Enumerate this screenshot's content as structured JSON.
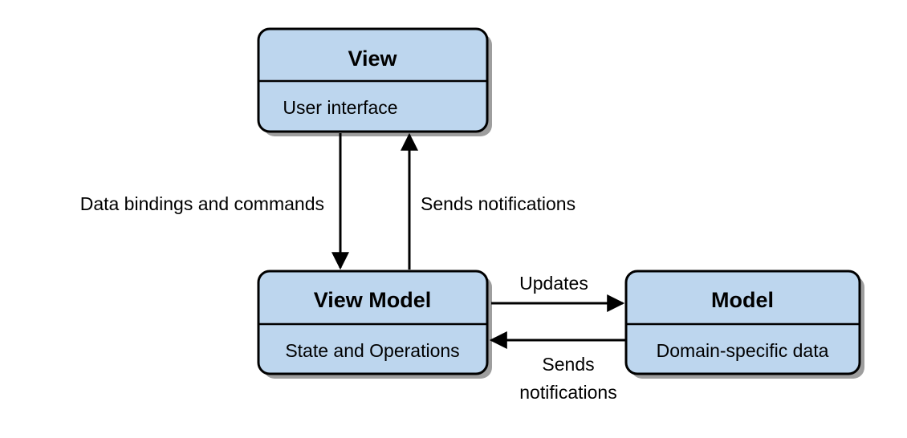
{
  "nodes": {
    "view": {
      "title": "View",
      "subtitle": "User interface"
    },
    "view_model": {
      "title": "View Model",
      "subtitle": "State and Operations"
    },
    "model": {
      "title": "Model",
      "subtitle": "Domain-specific data"
    }
  },
  "edges": {
    "view_to_view_model": {
      "label": "Data bindings and commands"
    },
    "view_model_to_view": {
      "label": "Sends notifications"
    },
    "view_model_to_model": {
      "label": "Updates"
    },
    "model_to_view_model": {
      "label_line1": "Sends",
      "label_line2": "notifications"
    }
  },
  "colors": {
    "box_fill": "#bdd6ee",
    "stroke": "#000000",
    "shadow": "#9e9e9e"
  }
}
